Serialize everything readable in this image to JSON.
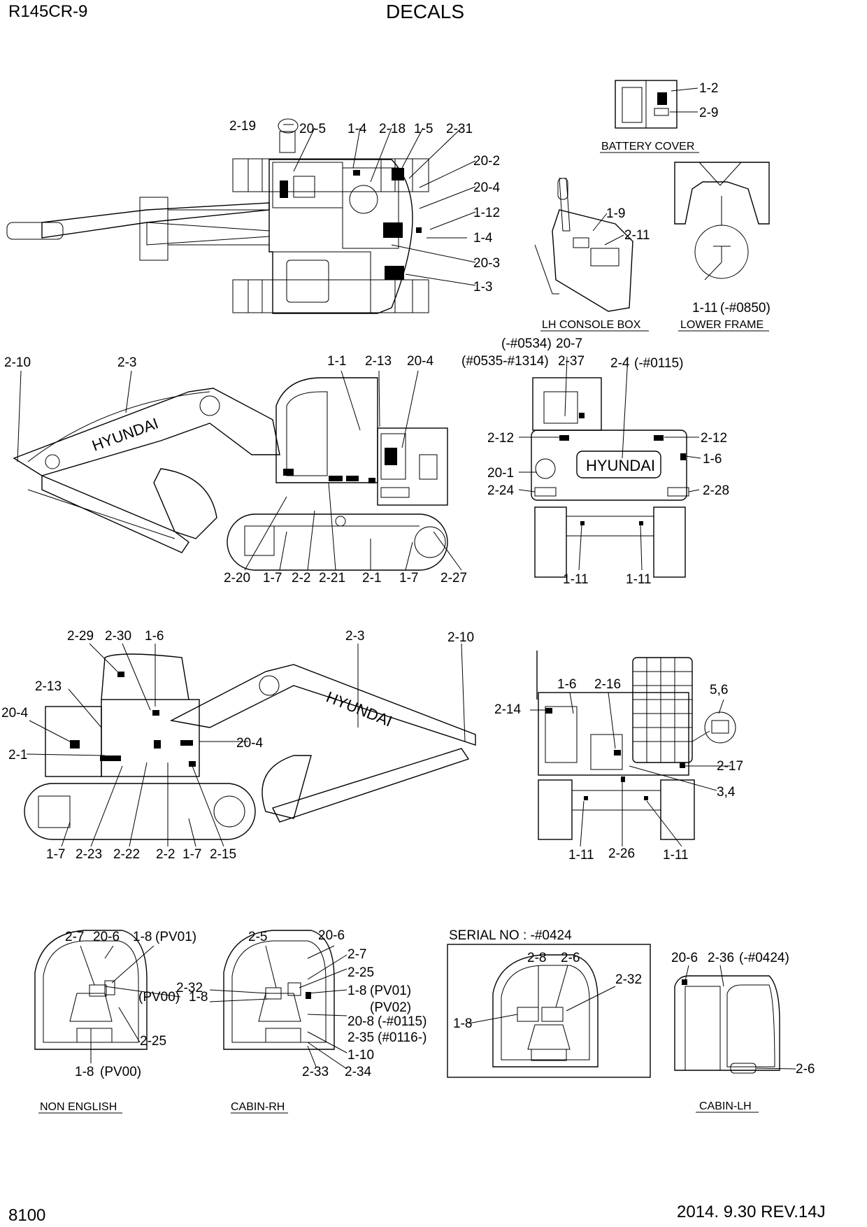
{
  "header": {
    "model": "R145CR-9",
    "title": "DECALS"
  },
  "footer": {
    "page_number": "8100",
    "date_revision": "2014. 9.30  REV.14J"
  },
  "captions": {
    "battery_cover": "BATTERY COVER",
    "lh_console_box": "LH CONSOLE BOX",
    "lower_frame": "LOWER FRAME",
    "non_english": "NON ENGLISH",
    "cabin_rh": "CABIN-RH",
    "cabin_lh": "CABIN-LH",
    "serial_no": "SERIAL NO : -#0424"
  },
  "brand": {
    "hyundai": "HYUNDAI"
  },
  "callouts": {
    "top": [
      "2-19",
      "20-5",
      "1-4",
      "2-18",
      "1-5",
      "2-31",
      "20-2",
      "20-4",
      "1-12",
      "1-4",
      "20-3",
      "1-3"
    ],
    "battery": [
      "1-2",
      "2-9"
    ],
    "console": [
      "1-9",
      "2-11"
    ],
    "lower_frame": [
      "1-11",
      "(-#0850)"
    ],
    "left_side": [
      "2-10",
      "2-3",
      "1-1",
      "2-13",
      "20-4",
      "2-20",
      "1-7",
      "2-2",
      "2-21",
      "2-1",
      "1-7",
      "2-27"
    ],
    "rear": [
      "(-#0534)",
      "20-7",
      "(#0535-#1314)",
      "2-37",
      "2-4",
      "(-#0115)",
      "2-12",
      "2-12",
      "1-6",
      "20-1",
      "2-24",
      "2-28",
      "1-11",
      "1-11"
    ],
    "right_side": [
      "2-29",
      "2-30",
      "1-6",
      "2-3",
      "2-10",
      "2-13",
      "20-4",
      "2-1",
      "20-4",
      "1-7",
      "2-23",
      "2-22",
      "2-2",
      "1-7",
      "2-15"
    ],
    "front": [
      "1-6",
      "2-16",
      "2-14",
      "5,6",
      "2-17",
      "3,4",
      "1-11",
      "2-26",
      "1-11"
    ],
    "non_english": [
      "2-7",
      "20-6",
      "1-8",
      "(PV01)",
      "(PV00)",
      "1-8",
      "2-25",
      "1-8",
      "(PV00)"
    ],
    "cabin_rh": [
      "2-5",
      "20-6",
      "2-7",
      "2-25",
      "2-32",
      "1-8",
      "(PV01)",
      "(PV02)",
      "20-8",
      "(-#0115)",
      "2-35",
      "(#0116-)",
      "1-10",
      "2-33",
      "2-34"
    ],
    "serial_box": [
      "2-8",
      "2-6",
      "2-32",
      "1-8"
    ],
    "cabin_lh": [
      "20-6",
      "2-36",
      "(-#0424)",
      "2-6"
    ]
  }
}
